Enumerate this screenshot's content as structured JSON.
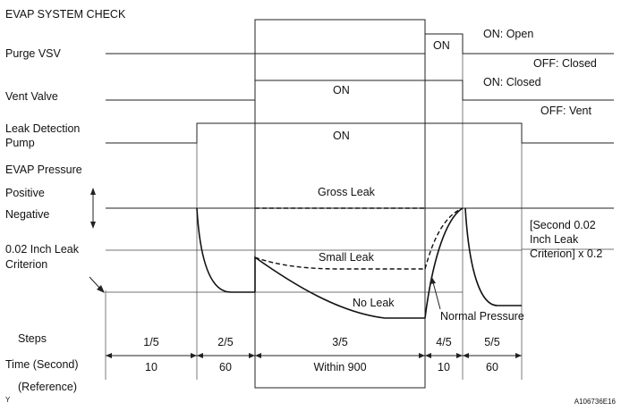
{
  "title": "EVAP SYSTEM CHECK",
  "signals": {
    "purge_vsv": {
      "label": "Purge VSV",
      "on_text": "ON",
      "on_state": "ON: Open",
      "off_state": "OFF: Closed"
    },
    "vent_valve": {
      "label": "Vent Valve",
      "on_text": "ON",
      "on_state": "ON: Closed",
      "off_state": "OFF: Vent"
    },
    "leak_pump": {
      "label_line1": "Leak Detection",
      "label_line2": "Pump",
      "on_text": "ON"
    }
  },
  "pressure": {
    "label": "EVAP Pressure",
    "positive": "Positive",
    "negative": "Negative",
    "criterion_line1": "0.02 Inch Leak",
    "criterion_line2": "Criterion",
    "gross_leak": "Gross Leak",
    "small_leak": "Small Leak",
    "no_leak": "No Leak",
    "normal_pressure": "Normal Pressure",
    "second_criterion_line1": "[Second 0.02",
    "second_criterion_line2": "Inch Leak",
    "second_criterion_line3": "Criterion] x 0.2"
  },
  "steps": {
    "label": "Steps",
    "items": [
      "1/5",
      "2/5",
      "3/5",
      "4/5",
      "5/5"
    ]
  },
  "time": {
    "label": "Time (Second)",
    "values": [
      "10",
      "60",
      "Within 900",
      "10",
      "60"
    ],
    "reference": "(Reference)"
  },
  "corner_mark": "Y",
  "figure_id": "A106736E16"
}
